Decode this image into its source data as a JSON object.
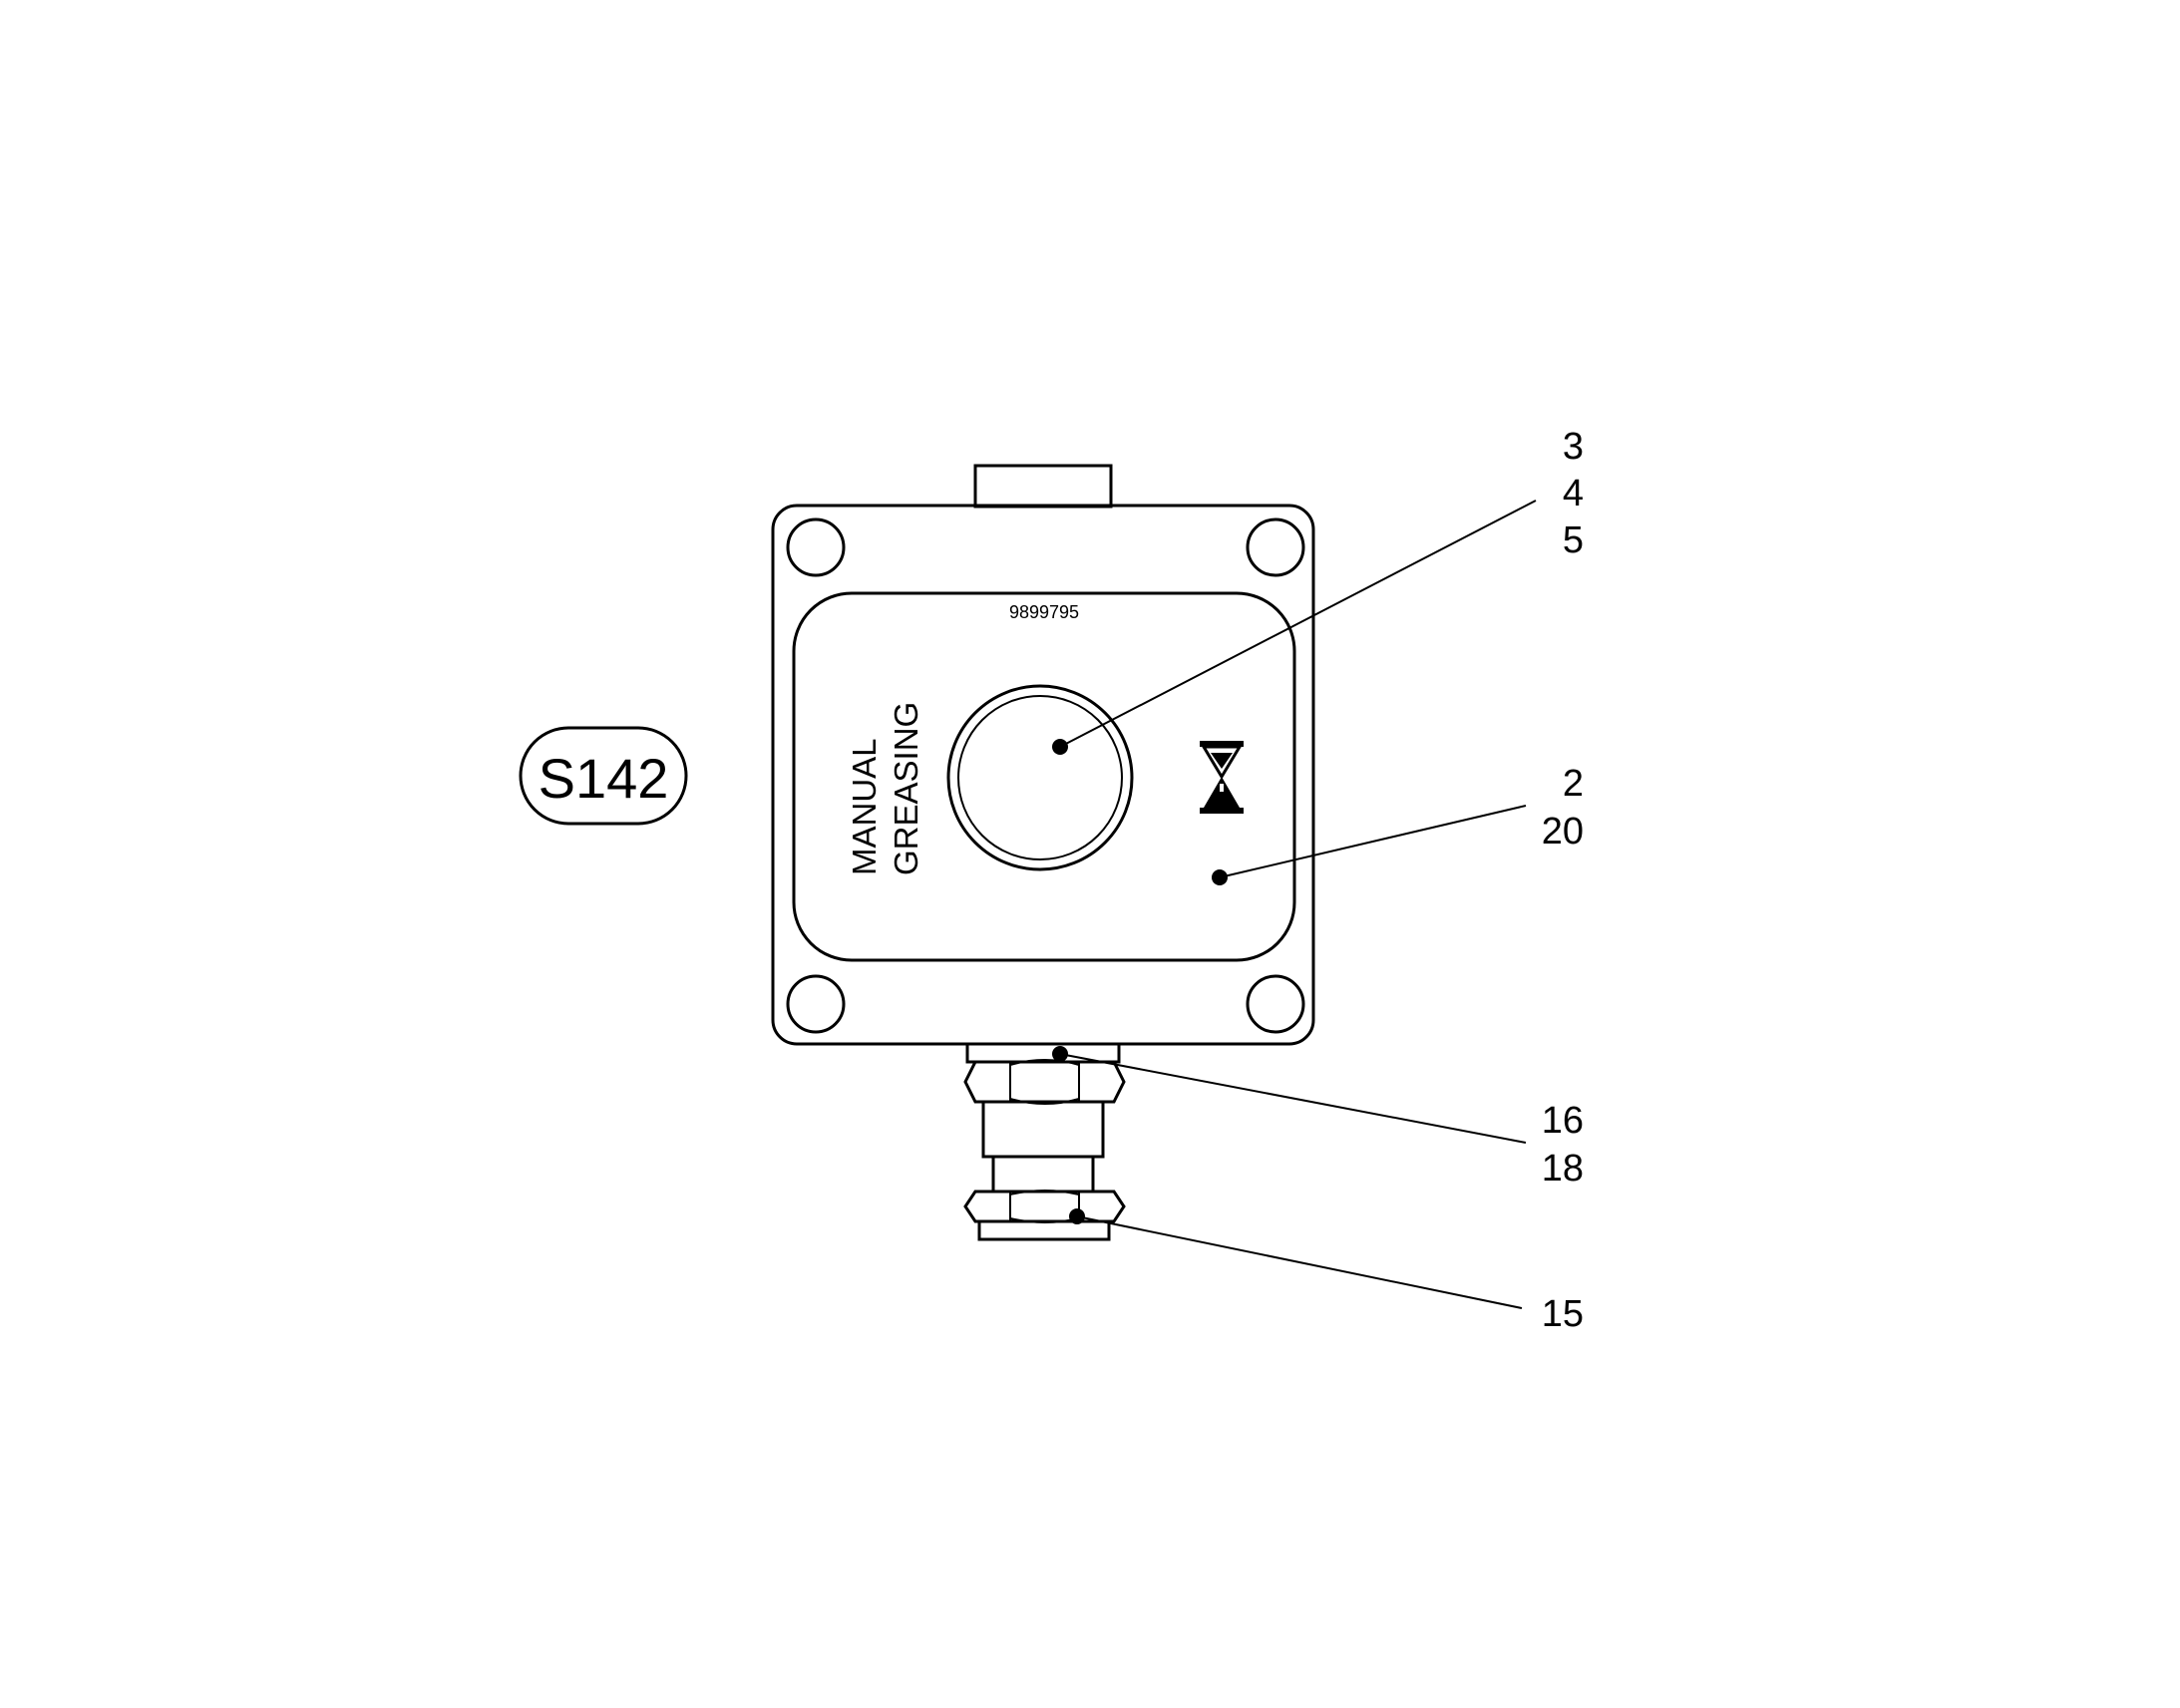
{
  "tag": {
    "label": "S142"
  },
  "panel": {
    "part_number": "9899795",
    "label_line1": "MANUAL",
    "label_line2": "GREASING",
    "indicator_icon": "hourglass-icon"
  },
  "callouts": {
    "push_button": [
      "3",
      "4",
      "5"
    ],
    "panel_plate": [
      "2",
      "20"
    ],
    "gland_upper": [
      "16",
      "18"
    ],
    "gland_lower": [
      "15"
    ]
  },
  "colors": {
    "line": "#000000",
    "background": "#ffffff"
  }
}
